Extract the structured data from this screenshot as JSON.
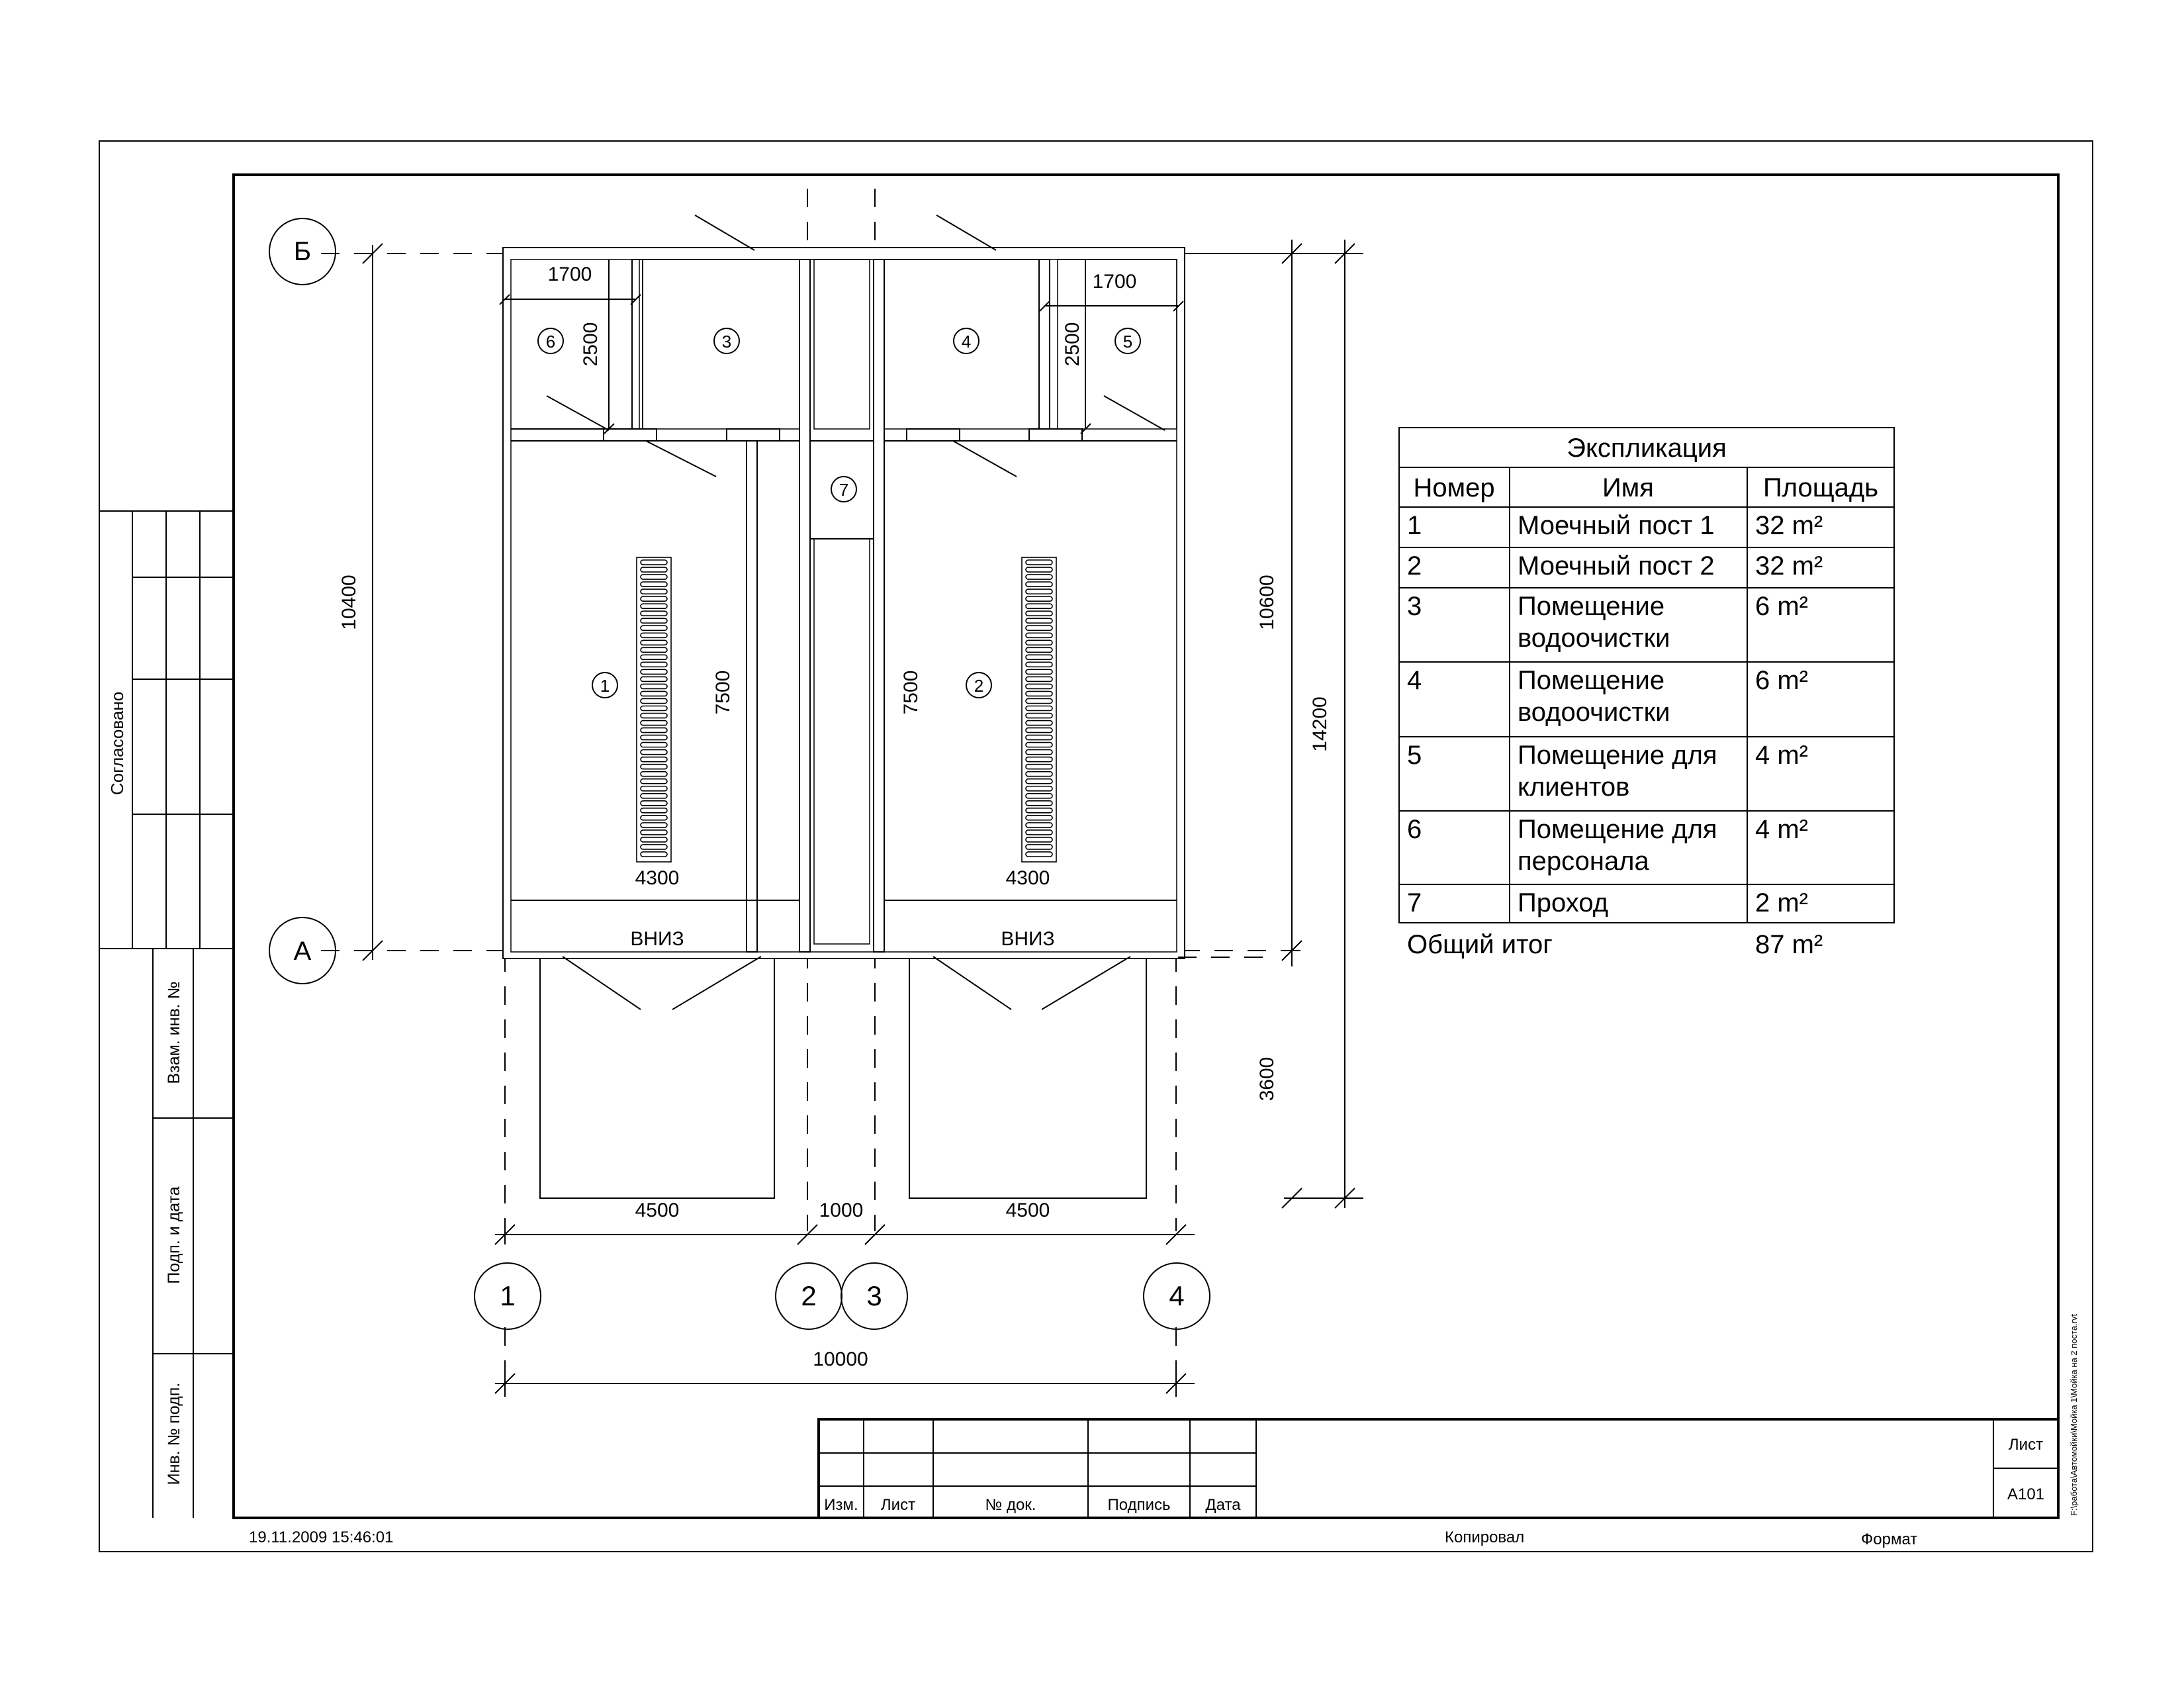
{
  "plan": {
    "axes": {
      "rows": [
        {
          "label": "Б"
        },
        {
          "label": "А"
        }
      ],
      "cols": [
        {
          "label": "1"
        },
        {
          "label": "2"
        },
        {
          "label": "3"
        },
        {
          "label": "4"
        }
      ]
    },
    "rooms": [
      {
        "tag": "1"
      },
      {
        "tag": "2"
      },
      {
        "tag": "3"
      },
      {
        "tag": "4"
      },
      {
        "tag": "5"
      },
      {
        "tag": "6"
      },
      {
        "tag": "7"
      }
    ],
    "dimensions": {
      "top_left": "1700",
      "top_right": "1700",
      "left_room_h": "2500",
      "right_room_h": "2500",
      "post1_h": "7500",
      "post2_h": "7500",
      "post1_w": "4300",
      "post2_w": "4300",
      "left_total": "10400",
      "right_inner": "10600",
      "right_total": "14200",
      "canopy": "3600",
      "bottom_left": "4500",
      "bottom_mid": "1000",
      "bottom_right": "4500",
      "bottom_total": "10000"
    },
    "stairs": [
      "ВНИЗ",
      "ВНИЗ"
    ]
  },
  "explication": {
    "title": "Экспликация",
    "headers": [
      "Номер",
      "Имя",
      "Площадь"
    ],
    "rows": [
      {
        "num": "1",
        "name": [
          "Моечный пост 1"
        ],
        "area": "32 m²"
      },
      {
        "num": "2",
        "name": [
          "Моечный пост 2"
        ],
        "area": "32 m²"
      },
      {
        "num": "3",
        "name": [
          "Помещение",
          "водоочистки"
        ],
        "area": "6 m²"
      },
      {
        "num": "4",
        "name": [
          "Помещение",
          "водоочистки"
        ],
        "area": "6 m²"
      },
      {
        "num": "5",
        "name": [
          "Помещение для",
          "клиентов"
        ],
        "area": "4 m²"
      },
      {
        "num": "6",
        "name": [
          "Помещение для",
          "персонала"
        ],
        "area": "4 m²"
      },
      {
        "num": "7",
        "name": [
          "Проход"
        ],
        "area": "2 m²"
      }
    ],
    "total_label": "Общий итог",
    "total_value": "87 m²"
  },
  "side_stamp": {
    "agreed": "Согласовано",
    "vzam": "Взам. инв. №",
    "podp": "Подп. и дата",
    "inv": "Инв. № подп."
  },
  "title_block": {
    "cols": [
      "Изм.",
      "Лист",
      "№ док.",
      "Подпись",
      "Дата"
    ],
    "sheet_label": "Лист",
    "sheet_number": "А101"
  },
  "footer": {
    "timestamp": "19.11.2009 15:46:01",
    "copied": "Копировал",
    "format": "Формат",
    "filepath": "F:\\работа\\Автомойки\\Мойка 1\\Мойка на 2 поста.rvt"
  }
}
